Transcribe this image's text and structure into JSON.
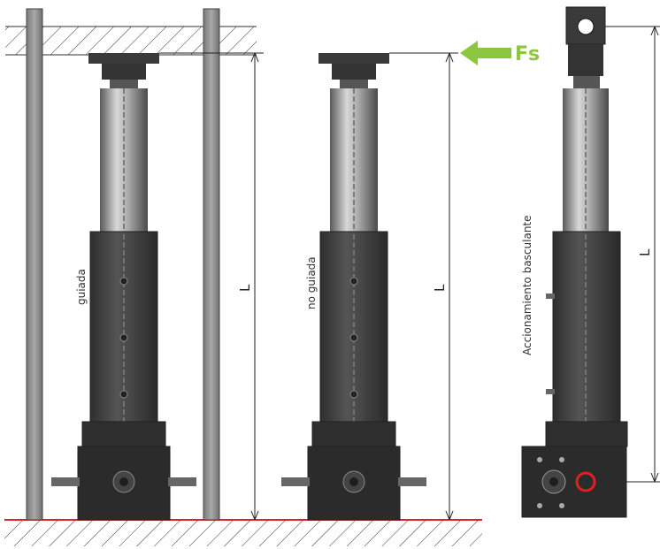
{
  "labels": {
    "guided": "guiada",
    "not_guided": "no guiada",
    "swivel": "Accionamiento basculante",
    "length_symbol": "L",
    "force_symbol": "Fs"
  },
  "colors": {
    "force_arrow": "#8cc63f",
    "ground_line": "#e02020",
    "swivel_marker": "#e02020",
    "body_dark": "#3a3a3a",
    "rod_metal": "#9a9a9a",
    "guide_post": "#8f8f8f"
  }
}
